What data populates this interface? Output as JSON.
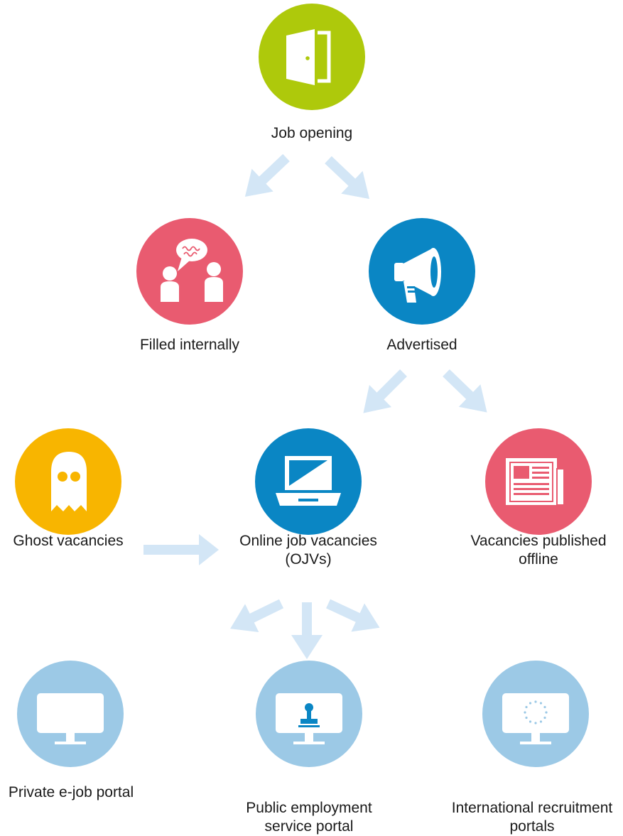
{
  "nodes": {
    "job_opening": {
      "label": "Job opening",
      "icon": "door-icon",
      "color": "#aec90b"
    },
    "filled_internally": {
      "label": "Filled internally",
      "icon": "conversation-icon",
      "color": "#e95b70"
    },
    "advertised": {
      "label": "Advertised",
      "icon": "megaphone-icon",
      "color": "#0a86c4"
    },
    "ghost_vacancies": {
      "label": "Ghost vacancies",
      "icon": "ghost-icon",
      "color": "#f8b500"
    },
    "online_job_vacancies": {
      "label_line1": "Online job vacancies",
      "label_line2": "(OJVs)",
      "icon": "laptop-icon",
      "color": "#0a86c4"
    },
    "vacancies_offline": {
      "label_line1": "Vacancies published",
      "label_line2": "offline",
      "icon": "newspaper-icon",
      "color": "#e95b70"
    },
    "private_portal": {
      "label": "Private e-job portal",
      "icon": "monitor-icon",
      "color": "#9cc9e6"
    },
    "public_portal": {
      "label_line1": "Public employment",
      "label_line2": "service portal",
      "icon": "monitor-stamp-icon",
      "color": "#9cc9e6"
    },
    "international_portals": {
      "label_line1": "International recruitment",
      "label_line2": "portals",
      "icon": "monitor-eu-stars-icon",
      "color": "#9cc9e6"
    }
  },
  "arrow_color": "#d3e6f6"
}
